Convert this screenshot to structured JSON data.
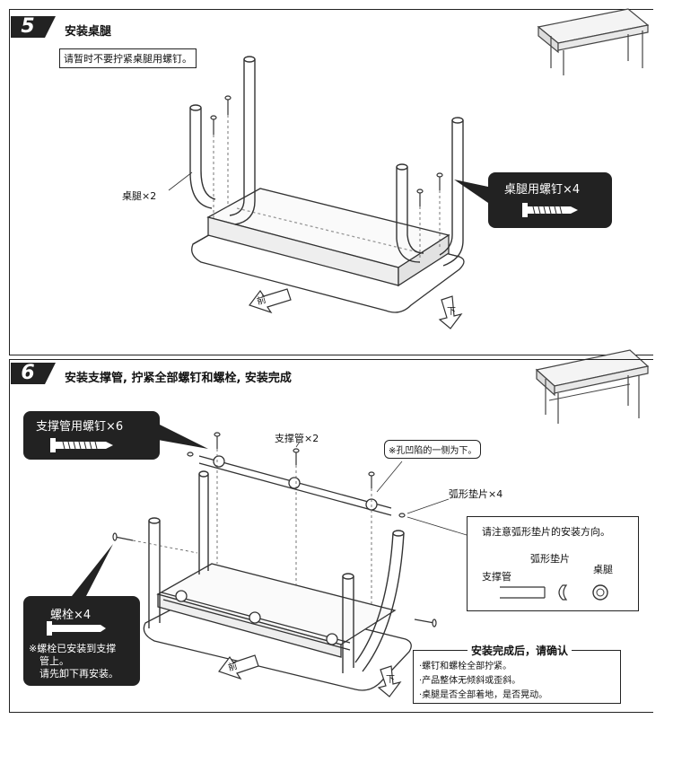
{
  "step5": {
    "number": "5",
    "title": "安装桌腿",
    "note": "请暂时不要拧紧桌腿用螺钉。",
    "leg_label": "桌腿×2",
    "screw_callout": "桌腿用螺钉×4"
  },
  "step6": {
    "number": "6",
    "title": "安装支撑管, 拧紧全部螺钉和螺栓, 安装完成",
    "support_screw_callout": "支撑管用螺钉×6",
    "support_tube_label": "支撑管×2",
    "hole_note": "※孔凹陷的一侧为下。",
    "washer_label": "弧形垫片×4",
    "washer_hint": {
      "title": "请注意弧形垫片的安装方向。",
      "labels": [
        "支撑管",
        "弧形垫片",
        "桌腿"
      ]
    },
    "bolt_callout": {
      "title": "螺栓×4",
      "notes": [
        "※螺栓已安装到支撑",
        "管上。",
        "请先卸下再安装。"
      ]
    },
    "checklist": {
      "title": "安装完成后，请确认",
      "items": [
        "·螺钉和螺栓全部拧紧。",
        "·产品整体无倾斜或歪斜。",
        "·桌腿是否全部着地，是否晃动。"
      ]
    }
  },
  "arrow_labels": {
    "front": "前",
    "down": "下"
  }
}
